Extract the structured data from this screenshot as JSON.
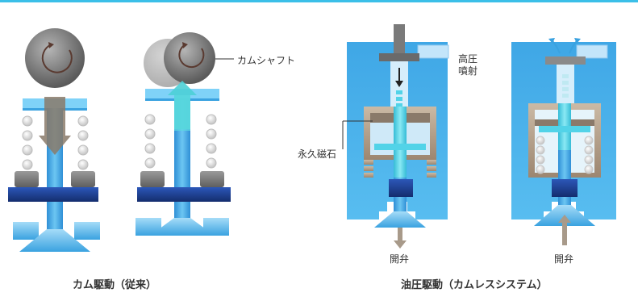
{
  "top_rule_color": "#3bbfe8",
  "colors": {
    "body_blue": "#45b0e8",
    "light_blue": "#bfe3f8",
    "cyan": "#52d3e8",
    "navy": "#1b3b8a",
    "tan": "#b8a48e",
    "gray_cam": "#7a7a7a",
    "arrow_gray": "#a89a8a"
  },
  "labels": {
    "camshaft": "カムシャフト",
    "high_pressure_line1": "高圧",
    "high_pressure_line2": "噴射",
    "permanent_magnet": "永久磁石",
    "valve_open_1": "開弁",
    "valve_open_2": "開弁"
  },
  "captions": {
    "cam_drive": "カム駆動（従来）",
    "hydraulic_drive": "油圧駆動（カムレスシステム）"
  }
}
